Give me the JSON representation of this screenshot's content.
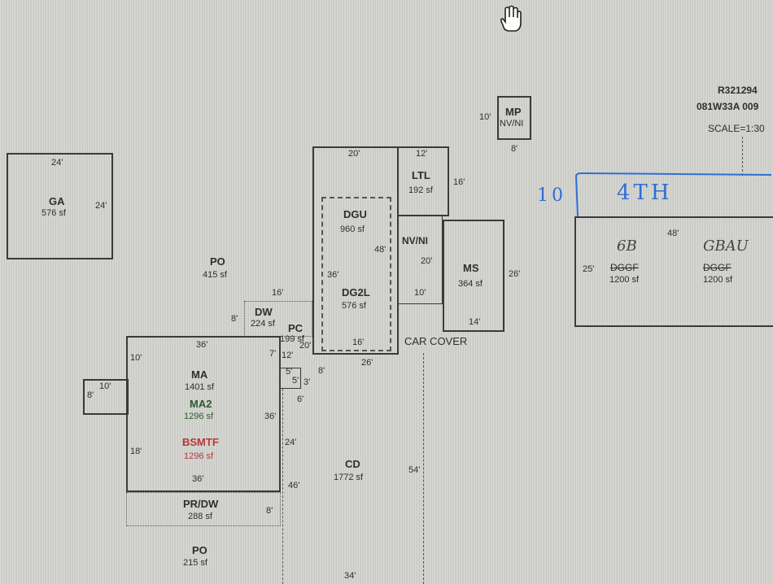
{
  "header": {
    "parcel": "R321294",
    "map": "081W33A 009",
    "scale": "SCALE=1:30"
  },
  "handwritten": {
    "blue_dim": "10",
    "blue_label": "4TH",
    "g1": "6B",
    "g2": "GBAU"
  },
  "units": {
    "ga": {
      "code": "GA",
      "area": "576 sf",
      "top": "24'",
      "right": "24'"
    },
    "po1": {
      "code": "PO",
      "area": "415 sf"
    },
    "dw": {
      "code": "DW",
      "area": "224 sf",
      "top": "16'",
      "left": "8'"
    },
    "pc": {
      "code": "PC",
      "area": "199 sf",
      "d1": "12'",
      "d2": "20'",
      "d3": "7'"
    },
    "dgu": {
      "code": "DGU",
      "area": "960 sf",
      "top": "20'",
      "right": "48'"
    },
    "dg2l": {
      "code": "DG2L",
      "area": "576 sf",
      "left": "36'",
      "bottom": "16'",
      "bottom2": "26'"
    },
    "ltl": {
      "code": "LTL",
      "area": "192 sf",
      "top": "12'",
      "right": "16'"
    },
    "nvni": {
      "code": "NV/NI",
      "d1": "20'",
      "d2": "10'"
    },
    "ms": {
      "code": "MS",
      "area": "364 sf",
      "right": "26'",
      "bottom": "14'"
    },
    "mp": {
      "code": "MP",
      "sub": "NV/NI",
      "left": "10'",
      "bottom": "8'"
    },
    "ma": {
      "code": "MA",
      "area": "1401 sf",
      "top": "36'",
      "left": "10'"
    },
    "ma2": {
      "code": "MA2",
      "area": "1296 sf"
    },
    "bsmtf": {
      "code": "BSMTF",
      "area": "1296 sf"
    },
    "pr_dw": {
      "code": "PR/DW",
      "area": "288 sf",
      "right": "8'"
    },
    "po2": {
      "code": "PO",
      "area": "215 sf"
    },
    "cd": {
      "code": "CD",
      "area": "1772 sf",
      "right": "54'",
      "bottom": "34'"
    },
    "garage": {
      "crossed1": "DGGF",
      "crossed2": "DGGF",
      "area1": "1200 sf",
      "area2": "1200 sf",
      "top": "48'",
      "left": "25'"
    },
    "misc": {
      "ext_top": "10'",
      "ext_left": "8'",
      "ma_left2": "18'",
      "ma_bottom": "36'",
      "ma_right": "36'",
      "d24": "24'",
      "d46": "46'",
      "d6": "6'",
      "d8": "8'",
      "d5": "5'",
      "d3": "3'",
      "d8b": "8'",
      "car_cover": "CAR COVER"
    }
  }
}
